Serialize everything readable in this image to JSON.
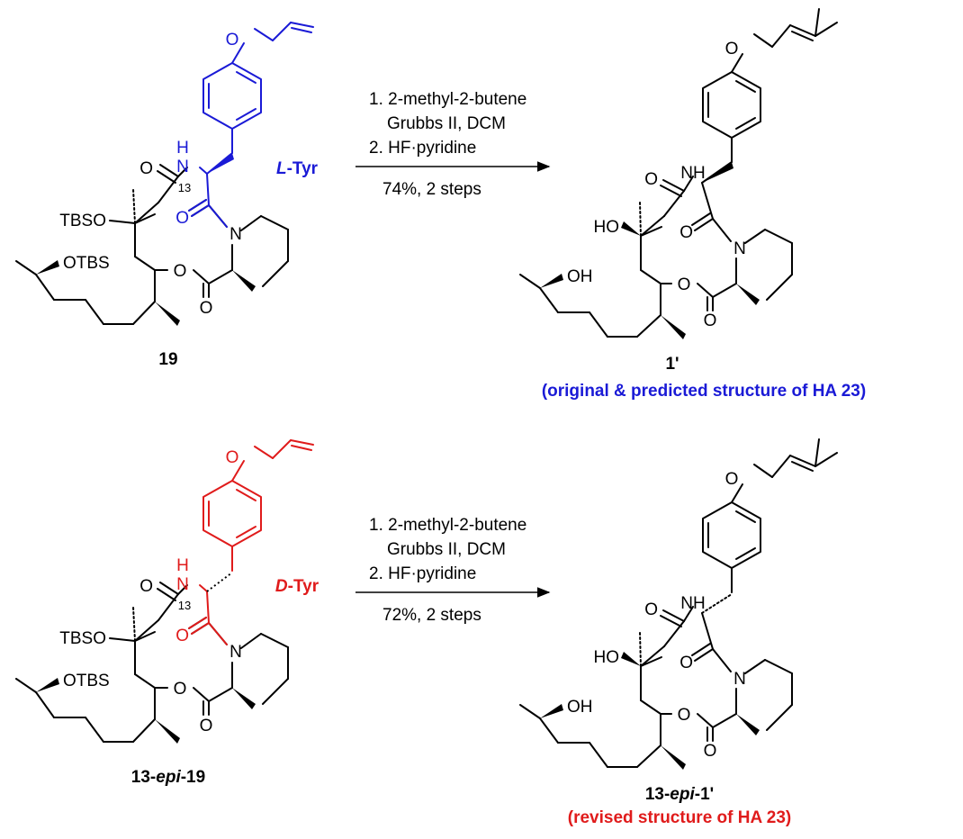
{
  "colors": {
    "black": "#000000",
    "blue": "#1a1ad6",
    "red": "#e01b1b",
    "background": "#ffffff"
  },
  "reaction_1": {
    "starting_material": {
      "compound_label": "19",
      "residue_label": "L-Tyr",
      "residue_prefix": "L",
      "residue_suffix": "-Tyr",
      "stereocenter_label": "13",
      "highlight_color": "#1a1ad6",
      "atoms": {
        "ether_o": "O",
        "amide_nh_h": "H",
        "amide_nh_n": "N",
        "amide_o": "O",
        "tbs_ether": "TBSO",
        "otbs": "OTBS",
        "ketone_o": "O",
        "pip_n": "N",
        "ester_o": "O",
        "ester_co": "O"
      }
    },
    "conditions": {
      "step1": "1. 2-methyl-2-butene",
      "step1b": "Grubbs II, DCM",
      "step2": "2. HF·pyridine",
      "yield": "74%, 2 steps"
    },
    "product": {
      "compound_label": "1'",
      "caption": "(original & predicted structure of HA 23)",
      "caption_color": "#1a1ad6",
      "atoms": {
        "ether_o": "O",
        "amide_o": "O",
        "amide_nh": "NH",
        "ho": "HO",
        "ketone_o": "O",
        "pip_n": "N",
        "oh": "OH",
        "ester_o": "O",
        "ester_co": "O"
      }
    }
  },
  "reaction_2": {
    "starting_material": {
      "compound_label_prefix": "13-",
      "compound_label_italic": "epi",
      "compound_label_suffix": "-19",
      "residue_label": "D-Tyr",
      "residue_prefix": "D",
      "residue_suffix": "-Tyr",
      "stereocenter_label": "13",
      "highlight_color": "#e01b1b",
      "atoms": {
        "ether_o": "O",
        "amide_nh_h": "H",
        "amide_nh_n": "N",
        "amide_o": "O",
        "tbs_ether": "TBSO",
        "otbs": "OTBS",
        "ketone_o": "O",
        "pip_n": "N",
        "ester_o": "O",
        "ester_co": "O"
      }
    },
    "conditions": {
      "step1": "1. 2-methyl-2-butene",
      "step1b": "Grubbs II, DCM",
      "step2": "2. HF·pyridine",
      "yield": "72%, 2 steps"
    },
    "product": {
      "compound_label_prefix": "13-",
      "compound_label_italic": "epi",
      "compound_label_suffix": "-1'",
      "caption": "(revised structure of HA 23)",
      "caption_color": "#e01b1b",
      "atoms": {
        "ether_o": "O",
        "amide_o": "O",
        "amide_nh": "NH",
        "ho": "HO",
        "ketone_o": "O",
        "pip_n": "N",
        "oh": "OH",
        "ester_o": "O",
        "ester_co": "O"
      }
    }
  }
}
